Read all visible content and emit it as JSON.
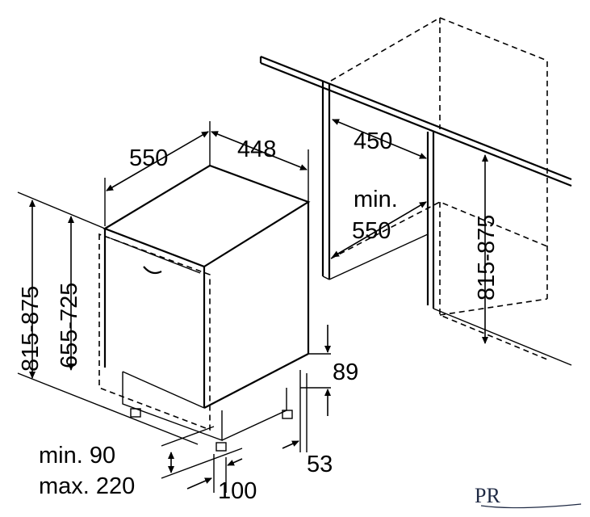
{
  "dimensions": {
    "depth": "550",
    "width": "448",
    "height_total": "815-875",
    "height_panel": "655-725",
    "niche_depth": "450",
    "min_depth_label": "min.",
    "min_depth_value": "550",
    "niche_height": "815-875",
    "plinth_height": "89",
    "plinth_offset": "53",
    "toe_min": "min. 90",
    "toe_max": "max. 220",
    "toe_depth": "100"
  },
  "logo": {
    "text": "PR"
  }
}
